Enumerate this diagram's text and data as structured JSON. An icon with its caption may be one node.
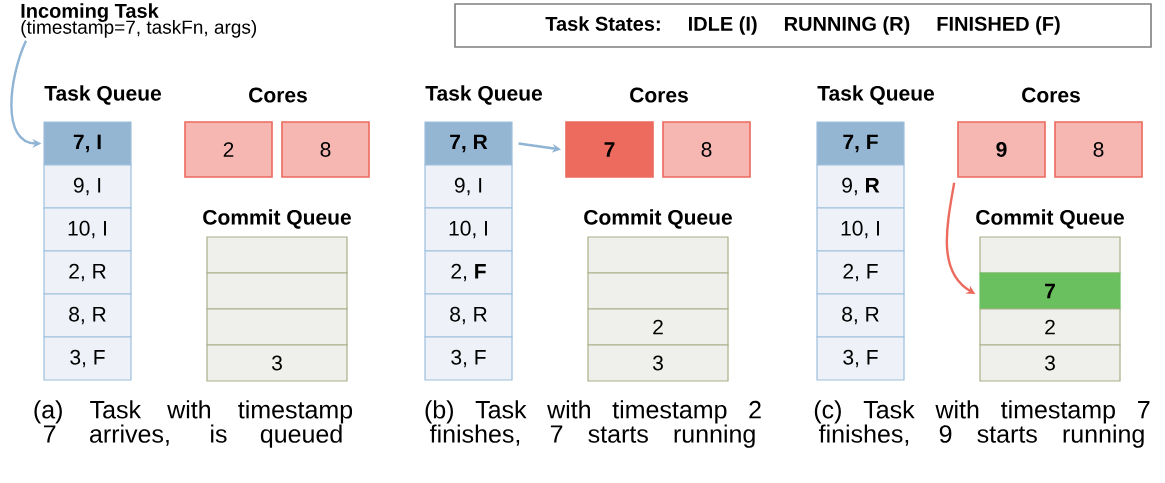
{
  "diagram": {
    "nodes": [
      {
        "text": [
          "Incoming Task",
          "(timestamp=7, taskFn, args)"
        ]
      },
      {
        "text": [
          "Task States:",
          "IDLE (I)",
          "RUNNING (R)",
          "FINISHED (F)"
        ]
      },
      {
        "text": [
          "7, I"
        ]
      },
      {
        "text": [
          "9, I"
        ]
      },
      {
        "text": [
          "10, I"
        ]
      },
      {
        "text": [
          "2, R"
        ]
      },
      {
        "text": [
          "8, R"
        ]
      },
      {
        "text": [
          "3, F"
        ]
      },
      {
        "text": [
          "2"
        ]
      },
      {
        "text": [
          "8"
        ]
      },
      {
        "text": [],
        "shape": "box"
      },
      {
        "text": [],
        "shape": "box"
      },
      {
        "text": [],
        "shape": "box"
      },
      {
        "text": [
          "3"
        ]
      },
      {
        "text": [
          "7, R"
        ]
      },
      {
        "text": [
          "9, I"
        ]
      },
      {
        "text": [
          "10, I"
        ]
      },
      {
        "text": [
          "2, **F**"
        ]
      },
      {
        "text": [
          "8, R"
        ]
      },
      {
        "text": [
          "3, F"
        ]
      },
      {
        "text": [
          "7"
        ]
      },
      {
        "text": [
          "8"
        ]
      },
      {
        "text": [],
        "shape": "box"
      },
      {
        "text": [],
        "shape": "box"
      },
      {
        "text": [
          "2"
        ]
      },
      {
        "text": [
          "3"
        ]
      },
      {
        "text": [
          "7, F"
        ]
      },
      {
        "text": [
          "9, **R**"
        ]
      },
      {
        "text": [
          "10, I"
        ]
      },
      {
        "text": [
          "2, F"
        ]
      },
      {
        "text": [
          "8, R"
        ]
      },
      {
        "text": [
          "3, F"
        ]
      },
      {
        "text": [
          "9"
        ]
      },
      {
        "text": [
          "8"
        ]
      },
      {
        "text": [],
        "shape": "box"
      },
      {
        "text": [
          "7"
        ]
      },
      {
        "text": [
          "2"
        ]
      },
      {
        "text": [
          "3"
        ]
      }
    ],
    "edges": [
      {
        "from": 0,
        "to": 2,
        "arrow": "to"
      },
      {
        "from": 14,
        "to": 20,
        "arrow": "to"
      },
      {
        "from": 32,
        "to": 35,
        "arrow": "to",
        "color": "#ec6a5e"
      }
    ],
    "labels": [
      "Task Queue",
      "Cores",
      "Task Queue",
      "Cores",
      "Task Queue",
      "Cores",
      "Commit Queue",
      "Commit Queue",
      "Commit Queue",
      "(a) Task with timestamp 7 arrives, is queued",
      "(b) Task with timestamp 2 finishes, 7 starts running",
      "(c) Task with timestamp 7 finishes, 9 starts running"
    ]
  }
}
